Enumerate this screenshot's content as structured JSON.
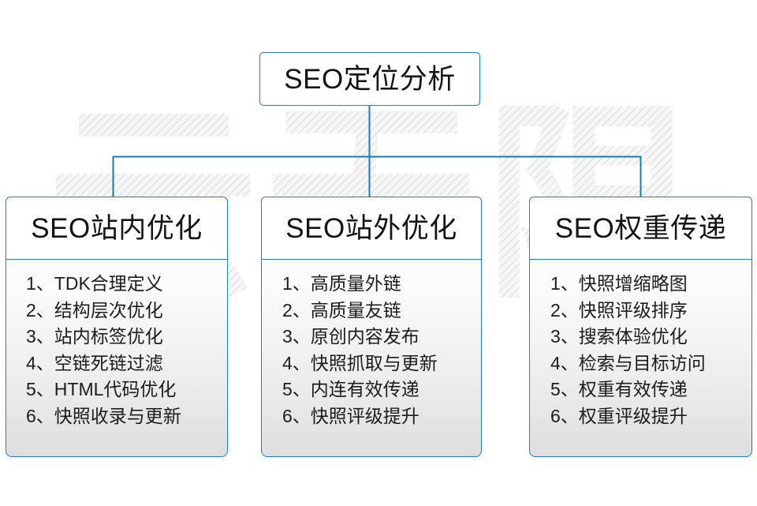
{
  "diagram": {
    "title": "SEO定位分析",
    "root": {
      "label": "SEO定位分析"
    },
    "colors": {
      "border_blue": "#1f7fc4",
      "connector_blue": "#1878be",
      "header_bg": "#ffffff",
      "body_gradient_top": "#fdfdfd",
      "body_gradient_bottom": "#dedede",
      "text": "#141414",
      "watermark": "#ededed"
    },
    "watermark": {
      "text": "云无限"
    },
    "columns": [
      {
        "header": "SEO站内优化",
        "items": [
          {
            "num": "1、",
            "text": "TDK合理定义"
          },
          {
            "num": "2、",
            "text": "结构层次优化"
          },
          {
            "num": "3、",
            "text": "站内标签优化"
          },
          {
            "num": "4、",
            "text": "空链死链过滤"
          },
          {
            "num": "5、",
            "text": "HTML代码优化"
          },
          {
            "num": "6、",
            "text": "快照收录与更新"
          }
        ]
      },
      {
        "header": "SEO站外优化",
        "items": [
          {
            "num": "1、",
            "text": "高质量外链"
          },
          {
            "num": "2、",
            "text": "高质量友链"
          },
          {
            "num": "3、",
            "text": "原创内容发布"
          },
          {
            "num": "4、",
            "text": "快照抓取与更新"
          },
          {
            "num": "5、",
            "text": "内连有效传递"
          },
          {
            "num": "6、",
            "text": "快照评级提升"
          }
        ]
      },
      {
        "header": "SEO权重传递",
        "items": [
          {
            "num": "1、",
            "text": "快照增缩略图"
          },
          {
            "num": "2、",
            "text": "快照评级排序"
          },
          {
            "num": "3、",
            "text": "搜索体验优化"
          },
          {
            "num": "4、",
            "text": "检索与目标访问"
          },
          {
            "num": "5、",
            "text": "权重有效传递"
          },
          {
            "num": "6、",
            "text": "权重评级提升"
          }
        ]
      }
    ]
  }
}
